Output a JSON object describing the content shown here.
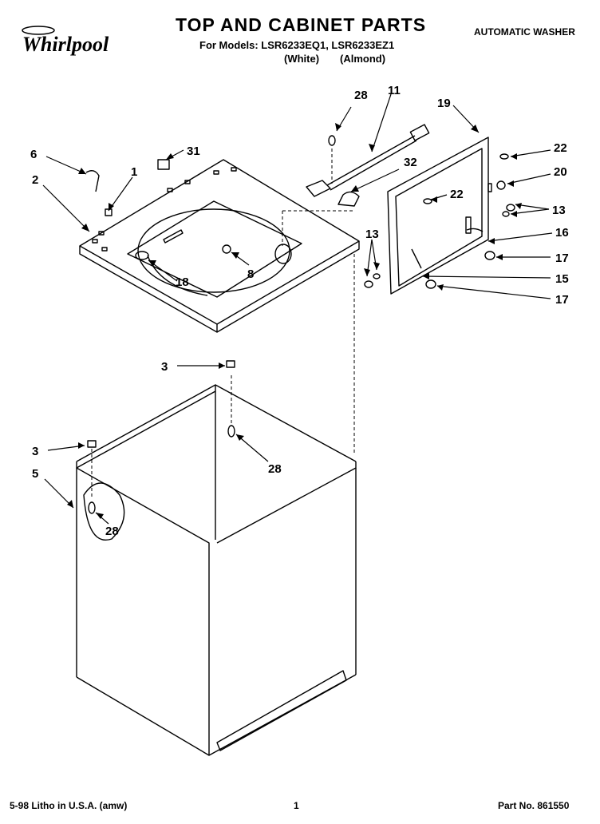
{
  "header": {
    "brand": "Whirlpool",
    "title": "TOP AND CABINET PARTS",
    "models_line": "For Models: LSR6233EQ1, LSR6233EZ1",
    "variant_white": "(White)",
    "variant_almond": "(Almond)",
    "doc_type": "AUTOMATIC WASHER"
  },
  "callouts": [
    "28",
    "11",
    "19",
    "6",
    "31",
    "32",
    "22",
    "20",
    "1",
    "2",
    "22",
    "13",
    "16",
    "13",
    "17",
    "8",
    "18",
    "15",
    "17",
    "3",
    "28",
    "3",
    "5",
    "28"
  ],
  "footer": {
    "litho": "5-98 Litho in U.S.A. (amw)",
    "page": "1",
    "part_no": "Part No. 861550"
  }
}
